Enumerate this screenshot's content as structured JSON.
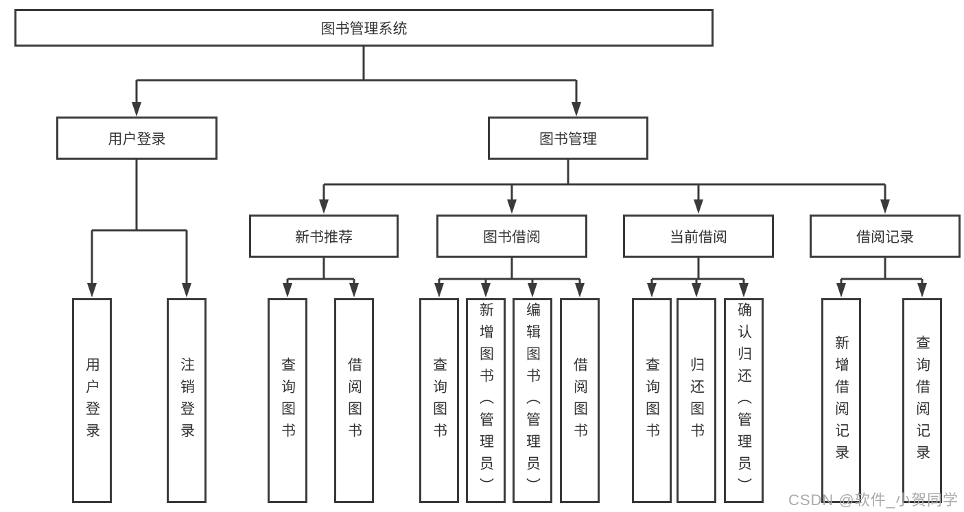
{
  "diagram": {
    "root": {
      "label": "图书管理系统"
    },
    "branches": [
      {
        "label": "用户登录",
        "children": [
          {
            "label": "用户登录"
          },
          {
            "label": "注销登录"
          }
        ]
      },
      {
        "label": "图书管理",
        "children": [
          {
            "label": "新书推荐",
            "children": [
              {
                "label": "查询图书"
              },
              {
                "label": "借阅图书"
              }
            ]
          },
          {
            "label": "图书借阅",
            "children": [
              {
                "label": "查询图书"
              },
              {
                "label": "新增图书（管理员）"
              },
              {
                "label": "编辑图书（管理员）"
              },
              {
                "label": "借阅图书"
              }
            ]
          },
          {
            "label": "当前借阅",
            "children": [
              {
                "label": "查询图书"
              },
              {
                "label": "归还图书"
              },
              {
                "label": "确认归还（管理员）"
              }
            ]
          },
          {
            "label": "借阅记录",
            "children": [
              {
                "label": "新增借阅记录"
              },
              {
                "label": "查询借阅记录"
              }
            ]
          }
        ]
      }
    ]
  },
  "watermark": {
    "text": "CSDN @软件_小贺同学"
  },
  "colors": {
    "line": "#3a3a3a",
    "text": "#333333",
    "box_background": "#ffffff",
    "page_background": "#ffffff",
    "watermark": "#a9a9a9"
  }
}
